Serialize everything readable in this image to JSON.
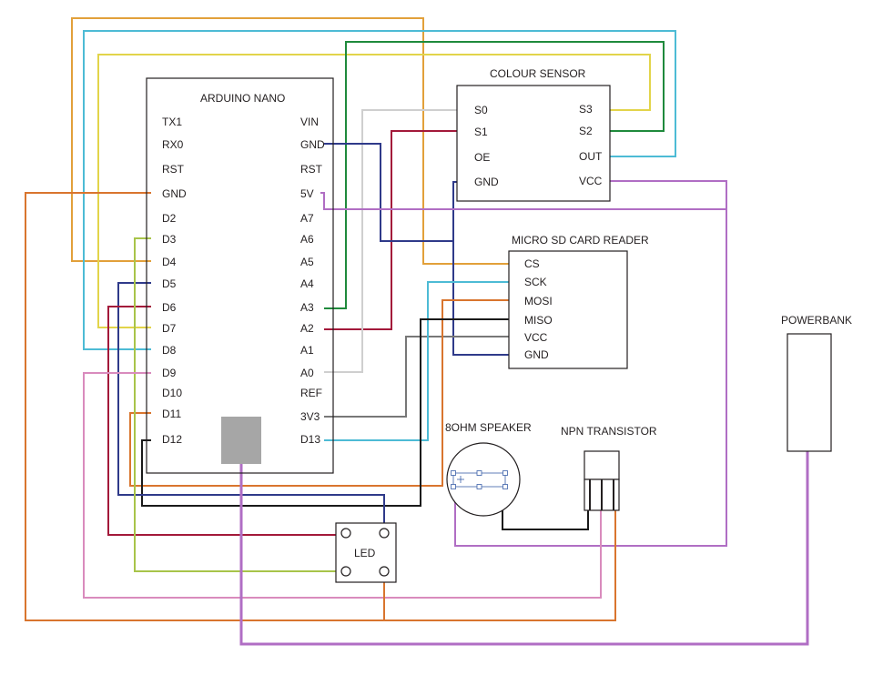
{
  "nano": {
    "title": "ARDUINO NANO",
    "left_pins": [
      "TX1",
      "RX0",
      "RST",
      "GND",
      "D2",
      "D3",
      "D4",
      "D5",
      "D6",
      "D7",
      "D8",
      "D9",
      "D10",
      "D11",
      "D12"
    ],
    "right_pins": [
      "VIN",
      "GND",
      "RST",
      "5V",
      "A7",
      "A6",
      "A5",
      "A4",
      "A3",
      "A2",
      "A1",
      "A0",
      "REF",
      "3V3",
      "D13"
    ]
  },
  "colour_sensor": {
    "title": "COLOUR SENSOR",
    "left_pins": [
      "S0",
      "S1",
      "OE",
      "GND"
    ],
    "right_pins": [
      "S3",
      "S2",
      "OUT",
      "VCC"
    ]
  },
  "sd_reader": {
    "title": "MICRO SD CARD READER",
    "pins": [
      "CS",
      "SCK",
      "MOSI",
      "MISO",
      "VCC",
      "GND"
    ]
  },
  "speaker": {
    "title": "8OHM SPEAKER"
  },
  "transistor": {
    "title": "NPN TRANSISTOR"
  },
  "powerbank": {
    "title": "POWERBANK"
  },
  "led": {
    "title": "LED"
  },
  "wire_colors": {
    "orange": "#e2a03a",
    "dark_orange": "#d9752e",
    "cyan": "#4dbbd5",
    "yellow": "#e2d44a",
    "green": "#1f8a3c",
    "navy": "#2f3a8a",
    "red": "#a3193a",
    "grey": "#cfcfcf",
    "olive": "#a8c44a",
    "pink": "#d98bbd",
    "purple": "#b06ec4",
    "black": "#1a1a1a",
    "dark_grey": "#777777"
  }
}
